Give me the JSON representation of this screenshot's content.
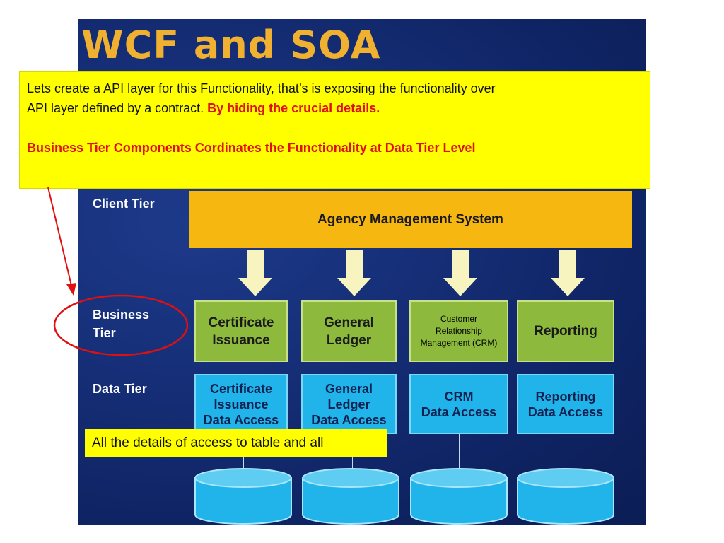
{
  "slide": {
    "title": "WCF and SOA",
    "tiers": {
      "client": "Client Tier",
      "business_line1": "Business",
      "business_line2": "Tier",
      "data": "Data Tier"
    },
    "client_box": "Agency Management System",
    "business_boxes": [
      {
        "line1": "Certificate",
        "line2": "Issuance",
        "line3": ""
      },
      {
        "line1": "General",
        "line2": "Ledger",
        "line3": ""
      },
      {
        "line1": "Customer",
        "line2": "Relationship",
        "line3": "Management (CRM)"
      },
      {
        "line1": "Reporting",
        "line2": "",
        "line3": ""
      }
    ],
    "data_boxes": [
      {
        "line1": "Certificate",
        "line2": "Issuance",
        "line3": "Data Access"
      },
      {
        "line1": "General",
        "line2": "Ledger",
        "line3": "Data Access"
      },
      {
        "line1": "CRM",
        "line2": "Data Access",
        "line3": ""
      },
      {
        "line1": "Reporting",
        "line2": "Data Access",
        "line3": ""
      }
    ]
  },
  "callouts": {
    "top_line1": "Lets create a API layer for this Functionality, that’s is exposing the functionality over",
    "top_line2": "API layer defined by a contract.",
    "top_emphasis": "By hiding the crucial details.",
    "top_highlight": "Business Tier  Components Cordinates the Functionality at Data Tier Level",
    "bottom": "All the details of access to table and all"
  },
  "colors": {
    "slide_bg": "#162f78",
    "title": "#f0b030",
    "client_box": "#f5b710",
    "business_box": "#8dba3c",
    "data_box": "#20b4ea",
    "callout_bg": "#ffff00",
    "annotation_red": "#e01010"
  }
}
